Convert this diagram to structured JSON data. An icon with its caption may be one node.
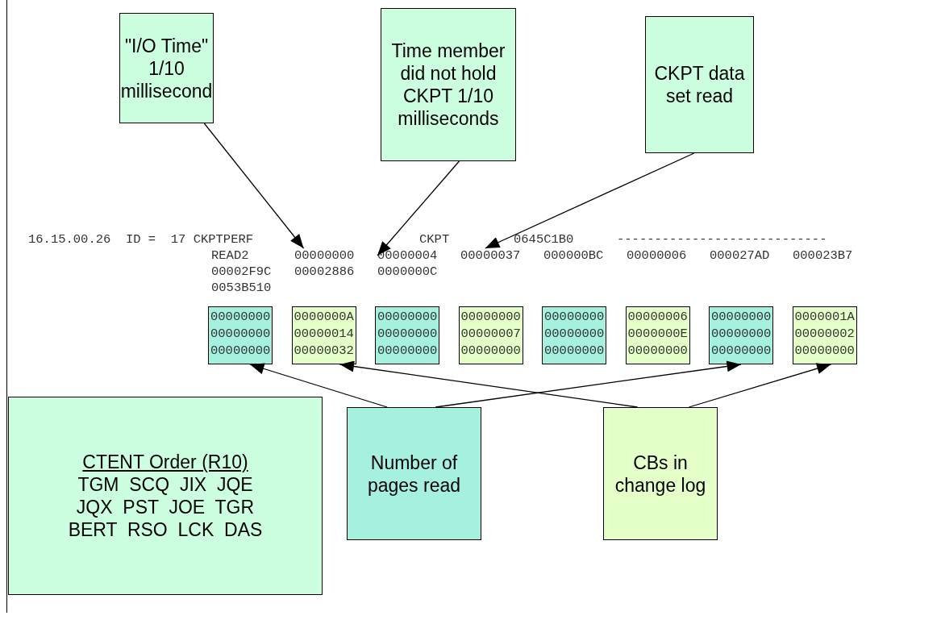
{
  "diagram": {
    "nodes": [
      {
        "text": [
          "\"I/O Time\" 1/10 millisecond"
        ]
      },
      {
        "text": [
          "Time member did not hold CKPT 1/10 milliseconds"
        ]
      },
      {
        "text": [
          "CKPT data set read"
        ]
      },
      {
        "text": [
          "00000000",
          "00000000",
          "00000000"
        ]
      },
      {
        "text": [
          "0000000A",
          "00000014",
          "00000032"
        ]
      },
      {
        "text": [
          "00000000",
          "00000000",
          "00000000"
        ]
      },
      {
        "text": [
          "00000000",
          "00000007",
          "00000000"
        ]
      },
      {
        "text": [
          "00000000",
          "00000000",
          "00000000"
        ]
      },
      {
        "text": [
          "00000006",
          "0000000E",
          "00000000"
        ]
      },
      {
        "text": [
          "00000000",
          "00000000",
          "00000000"
        ]
      },
      {
        "text": [
          "0000001A",
          "00000002",
          "00000000"
        ]
      },
      {
        "text": [
          "Number of pages read"
        ]
      },
      {
        "text": [
          "CBs in change log"
        ]
      },
      {
        "text": [
          "CTENT Order (R10)",
          "TGM  SCQ  JIX  JQE",
          "JQX  PST  JOE  TGR",
          "BERT  RSO  LCK  DAS"
        ]
      },
      {
        "text": [
          "00000000"
        ]
      },
      {
        "text": [
          "00000004"
        ]
      },
      {
        "text": [
          "00000037"
        ]
      }
    ],
    "edges": [
      {
        "from": 0,
        "to": 14,
        "arrow": "to"
      },
      {
        "from": 1,
        "to": 15,
        "arrow": "to"
      },
      {
        "from": 2,
        "to": 16,
        "arrow": "to"
      },
      {
        "from": 11,
        "to": 3,
        "arrow": "to"
      },
      {
        "from": 11,
        "to": 9,
        "arrow": "to"
      },
      {
        "from": 12,
        "to": 4,
        "arrow": "to"
      },
      {
        "from": 12,
        "to": 10,
        "arrow": "to"
      }
    ],
    "labels": [
      "16.15.00.26  ID =  17 CKPTPERF",
      "CKPT",
      "0645C1B0",
      "----------------------------",
      "READ2",
      "000000BC",
      "00000006",
      "000027AD",
      "000023B7",
      "00002F9C",
      "00002886",
      "0000000C",
      "0053B510"
    ]
  }
}
